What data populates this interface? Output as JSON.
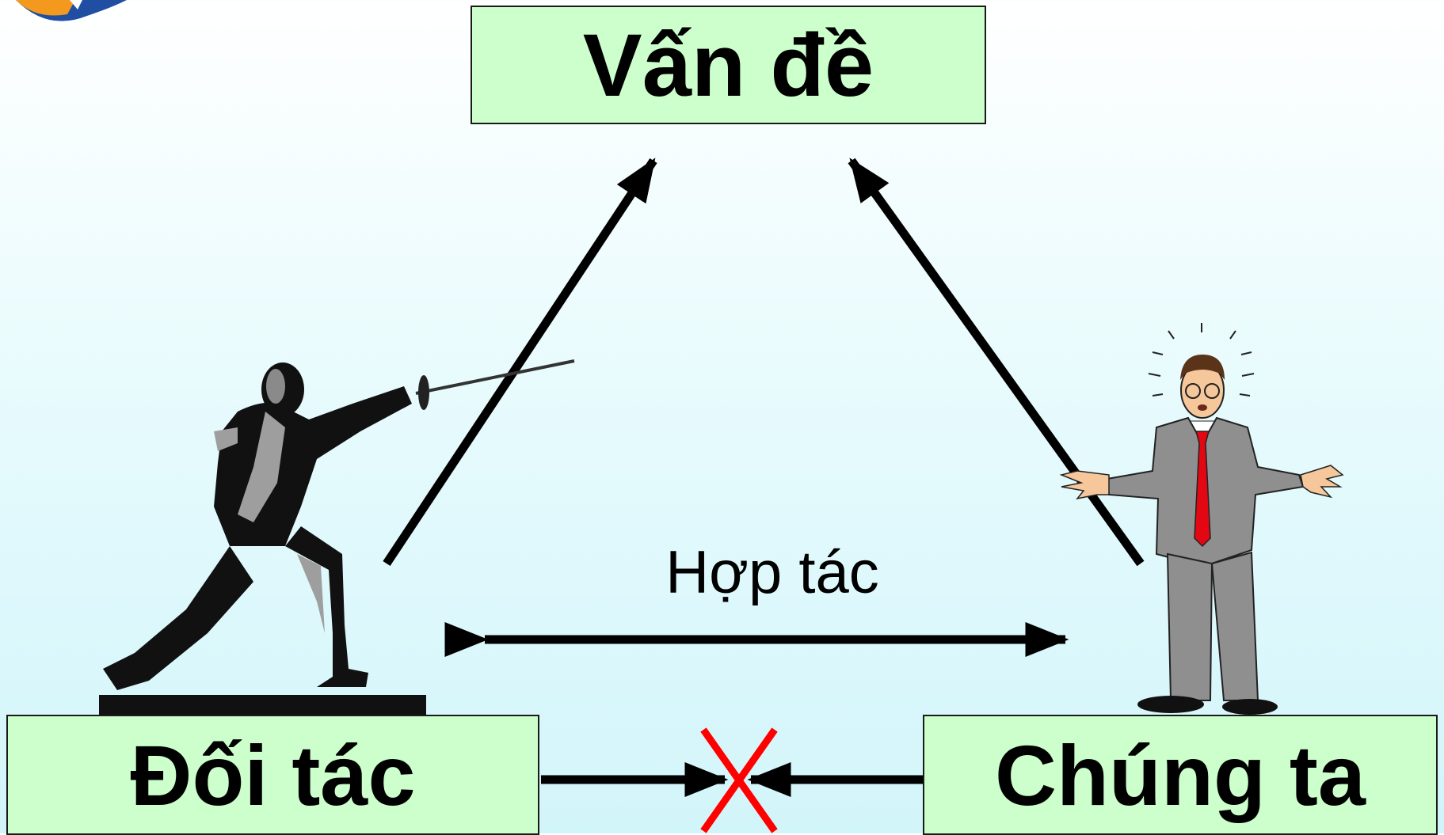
{
  "boxes": {
    "problem": "Vấn đề",
    "partner": "Đối tác",
    "us": "Chúng ta"
  },
  "cooperation_label": "Hợp tác",
  "colors": {
    "box_fill": "#ccffcc",
    "cross": "#ff0000",
    "arrow": "#000000",
    "logo_orange": "#f39a1e",
    "logo_blue": "#1f4ea3"
  },
  "icons": [
    "fencer-illustration",
    "confused-businessman-illustration",
    "company-logo-icon",
    "red-cross-icon"
  ]
}
